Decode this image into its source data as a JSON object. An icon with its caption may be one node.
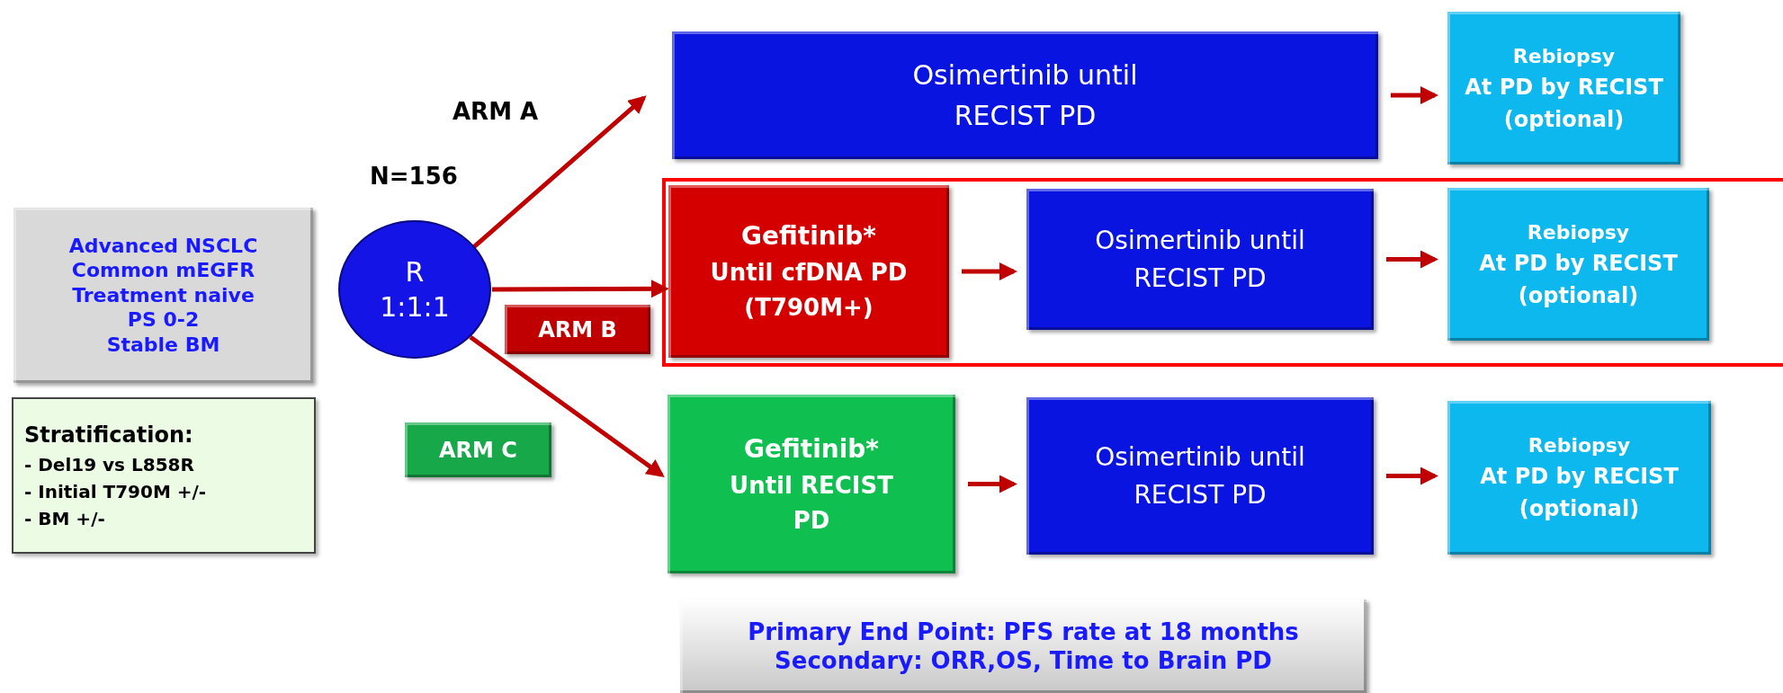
{
  "diagram": {
    "nodes": [
      {
        "text": [
          "Advanced NSCLC",
          "Common mEGFR",
          "Treatment naive",
          "PS 0-2",
          "Stable BM"
        ]
      },
      {
        "text": [
          "Stratification:",
          "-  Del19 vs L858R",
          "-  Initial T790M +/-",
          "-  BM +/-"
        ]
      },
      {
        "text": [
          "R 1:1:1"
        ]
      },
      {
        "text": [
          "Osimertinib until RECIST PD"
        ]
      },
      {
        "text": [
          "Rebiopsy",
          "At PD by RECIST (optional)"
        ]
      },
      {
        "text": [
          "Gefitinib*",
          "Until cfDNA PD (T790M+)"
        ]
      },
      {
        "text": [
          "Osimertinib until RECIST PD"
        ]
      },
      {
        "text": [
          "Rebiopsy",
          "At PD by RECIST (optional)"
        ]
      },
      {
        "text": [
          "Gefitinib*",
          "Until RECIST PD"
        ]
      },
      {
        "text": [
          "Osimertinib until RECIST PD"
        ]
      },
      {
        "text": [
          "Rebiopsy",
          "At PD by RECIST (optional)"
        ]
      },
      {
        "text": [
          "ARM B"
        ]
      },
      {
        "text": [
          "ARM C"
        ]
      },
      {
        "text": [
          "Primary End Point: PFS rate at 18 months",
          "Secondary: ORR,OS, Time to Brain PD"
        ]
      }
    ],
    "edges": [
      {
        "from": 2,
        "to": 3,
        "arrow": "to"
      },
      {
        "from": 2,
        "to": 5,
        "arrow": "to"
      },
      {
        "from": 2,
        "to": 8,
        "arrow": "to"
      },
      {
        "from": 3,
        "to": 4,
        "arrow": "to"
      },
      {
        "from": 5,
        "to": 6,
        "arrow": "to"
      },
      {
        "from": 6,
        "to": 7,
        "arrow": "to"
      },
      {
        "from": 8,
        "to": 9,
        "arrow": "to"
      },
      {
        "from": 9,
        "to": 10,
        "arrow": "to"
      }
    ],
    "labels": [
      "ARM A",
      "N=156"
    ]
  }
}
